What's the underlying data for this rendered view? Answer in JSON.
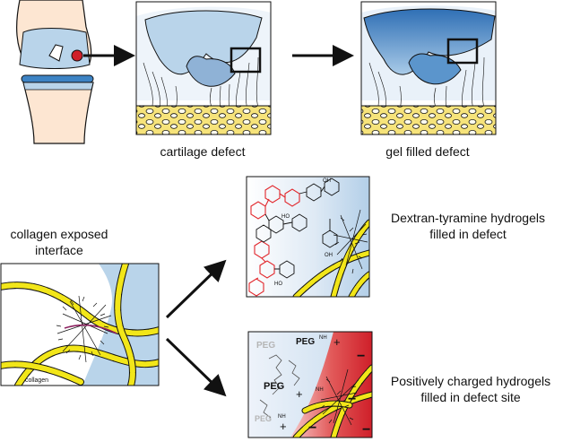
{
  "top_panels": {
    "cartilage_caption": "cartilage defect",
    "gel_caption": "gel filled defect"
  },
  "interface_panel": {
    "caption_line1": "collagen exposed",
    "caption_line2": "interface",
    "fiber_label": "collagen"
  },
  "dextran_panel": {
    "caption_line1": "Dextran-tyramine hydrogels",
    "caption_line2": "filled in defect",
    "labels": [
      "OH",
      "HO",
      "OH",
      "HO"
    ]
  },
  "charged_panel": {
    "caption_line1": "Positively charged hydrogels",
    "caption_line2": "filled in defect site",
    "peg_label": "PEG",
    "nh_label": "NH",
    "plus_sign": "+",
    "minus_sign": "−"
  },
  "colors": {
    "collagen_fiber": "#f2e619",
    "cartilage_blue": "#b9d4ea",
    "gel_blue": "#3d83c4",
    "positive_gradient": "#d0202a",
    "dextran_red": "#e2262b",
    "bone_yellow": "#f6e37a"
  }
}
